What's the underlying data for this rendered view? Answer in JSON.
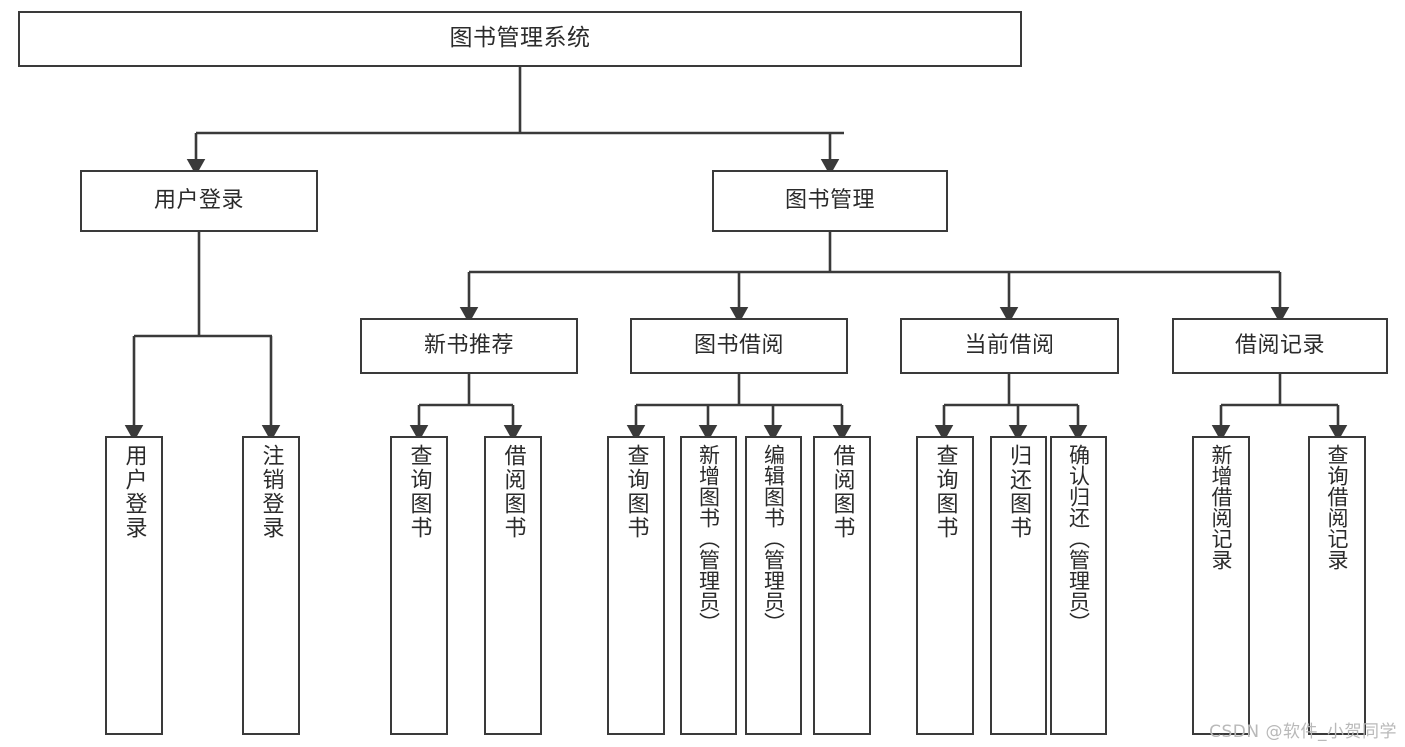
{
  "diagram": {
    "title": "图书管理系统",
    "watermark": "CSDN @软件_小贺同学",
    "edge_color": "#3a3a3a",
    "box_border_color": "#3a3a3a",
    "text_color": "#2b2b2b",
    "background_color": "#ffffff",
    "root": {
      "label": "图书管理系统"
    },
    "level2": [
      {
        "label": "用户登录"
      },
      {
        "label": "图书管理"
      }
    ],
    "level3": [
      {
        "label": "新书推荐"
      },
      {
        "label": "图书借阅"
      },
      {
        "label": "当前借阅"
      },
      {
        "label": "借阅记录"
      }
    ],
    "leaves": {
      "user_login": [
        {
          "label": "用户登录"
        },
        {
          "label": "注销登录"
        }
      ],
      "new_book": [
        {
          "label": "查询图书"
        },
        {
          "label": "借阅图书"
        }
      ],
      "book_borrow": [
        {
          "label": "查询图书"
        },
        {
          "label": "新增图书（管理员）"
        },
        {
          "label": "编辑图书（管理员）"
        },
        {
          "label": "借阅图书"
        }
      ],
      "current_borrow": [
        {
          "label": "查询图书"
        },
        {
          "label": "归还图书"
        },
        {
          "label": "确认归还（管理员）"
        }
      ],
      "borrow_record": [
        {
          "label": "新增借阅记录"
        },
        {
          "label": "查询借阅记录"
        }
      ]
    }
  }
}
